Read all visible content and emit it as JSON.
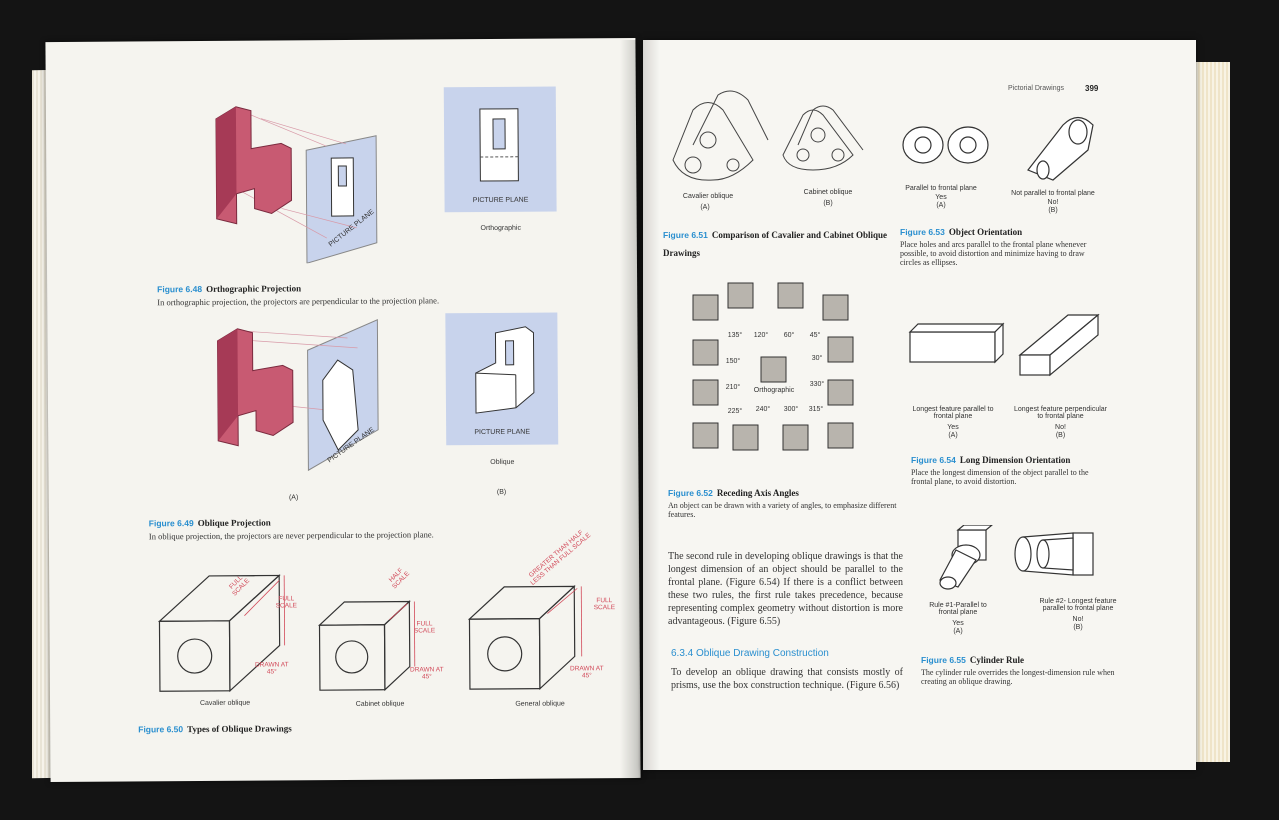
{
  "header": {
    "running_head": "Pictorial Drawings",
    "page_number": "399"
  },
  "left_page": {
    "fig48": {
      "number": "Figure 6.48",
      "title": "Orthographic Projection",
      "caption": "In orthographic projection, the projectors are perpendicular to the projection plane.",
      "picture_plane_label": "PICTURE PLANE",
      "inset_plane_label": "PICTURE PLANE",
      "inset_label": "Orthographic"
    },
    "fig49": {
      "number": "Figure 6.49",
      "title": "Oblique Projection",
      "caption": "In oblique projection, the projectors are never perpendicular to the projection plane.",
      "picture_plane_label": "PICTURE PLANE",
      "inset_plane_label": "PICTURE PLANE",
      "inset_label": "Oblique",
      "sub_a": "(A)",
      "sub_b": "(B)"
    },
    "fig50": {
      "number": "Figure 6.50",
      "title": "Types of Oblique Drawings",
      "drawings": [
        {
          "label": "Cavalier oblique",
          "depth": "FULL SCALE",
          "front": "FULL SCALE",
          "angle": "DRAWN AT 45°"
        },
        {
          "label": "Cabinet oblique",
          "depth": "HALF SCALE",
          "front": "FULL SCALE",
          "angle": "DRAWN AT 45°"
        },
        {
          "label": "General oblique",
          "depth": "GREATER THAN HALF LESS THAN FULL SCALE",
          "front": "FULL SCALE",
          "angle": "DRAWN AT 45°"
        }
      ]
    }
  },
  "right_page": {
    "fig51": {
      "number": "Figure 6.51",
      "title": "Comparison of Cavalier and Cabinet Oblique Drawings",
      "a_label": "Cavalier oblique",
      "a_sub": "(A)",
      "b_label": "Cabinet oblique",
      "b_sub": "(B)"
    },
    "fig52": {
      "number": "Figure 6.52",
      "title": "Receding Axis Angles",
      "caption": "An object can be drawn with a variety of angles, to emphasize different features.",
      "center_label": "Orthographic",
      "angles": [
        "135°",
        "120°",
        "60°",
        "45°",
        "150°",
        "30°",
        "210°",
        "330°",
        "225°",
        "240°",
        "300°",
        "315°"
      ]
    },
    "fig53": {
      "number": "Figure 6.53",
      "title": "Object Orientation",
      "caption": "Place holes and arcs parallel to the frontal plane whenever possible, to avoid distortion and minimize having to draw circles as ellipses.",
      "a_label": "Parallel to frontal plane",
      "a_verdict": "Yes",
      "a_sub": "(A)",
      "b_label": "Not parallel to frontal plane",
      "b_verdict": "No!",
      "b_sub": "(B)"
    },
    "fig54": {
      "number": "Figure 6.54",
      "title": "Long Dimension Orientation",
      "caption": "Place the longest dimension of the object parallel to the frontal plane, to avoid distortion.",
      "a_label": "Longest feature parallel to frontal plane",
      "a_verdict": "Yes",
      "a_sub": "(A)",
      "b_label": "Longest feature perpendicular to frontal plane",
      "b_verdict": "No!",
      "b_sub": "(B)"
    },
    "fig55": {
      "number": "Figure 6.55",
      "title": "Cylinder Rule",
      "caption": "The cylinder rule overrides the longest-dimension rule when creating an oblique drawing.",
      "a_label": "Rule #1-Parallel to frontal plane",
      "a_verdict": "Yes",
      "a_sub": "(A)",
      "b_label": "Rule #2- Longest feature parallel to frontal plane",
      "b_verdict": "No!",
      "b_sub": "(B)"
    },
    "body_paragraph": "The second rule in developing oblique drawings is that the longest dimension of an object should be parallel to the frontal plane. (Figure 6.54) If there is a conflict between these two rules, the first rule takes precedence, because representing complex geometry without distortion is more advantageous. (Figure 6.55)",
    "section_heading": "6.3.4 Oblique Drawing Construction",
    "section_paragraph": "To develop an oblique drawing that consists mostly of prisms, use the box construction technique. (Figure 6.56)"
  },
  "colors": {
    "figure_blue": "#2a8fcf",
    "plane_blue": "#c8d3ec",
    "part_red": "#c85a72",
    "dimension_red": "#d24a5a"
  }
}
